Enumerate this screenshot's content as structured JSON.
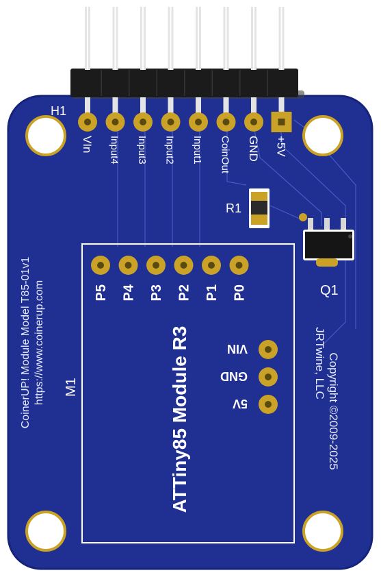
{
  "board": {
    "colors": {
      "pcb": "#1f2f92",
      "pcb_edge": "#16237a",
      "trace": "#4a5bc0",
      "pad_gold": "#c9a227",
      "pin_silver": "#e4e4e4",
      "header_black": "#1b1b1b",
      "silk": "#ffffff"
    },
    "header": {
      "ref": "H1",
      "pins": [
        "VIn",
        "Input4",
        "Input3",
        "Input2",
        "Input1",
        "CoinOut",
        "GND",
        "+5V"
      ]
    },
    "resistor": {
      "ref": "R1"
    },
    "transistor": {
      "ref": "Q1"
    },
    "module": {
      "ref": "M1",
      "title": "ATTiny85 Module R3",
      "pins_top": [
        "P5",
        "P4",
        "P3",
        "P2",
        "P1",
        "P0"
      ],
      "pins_side": [
        "VIN",
        "GND",
        "5V"
      ]
    },
    "left_text": {
      "line1": "CoinerUP! Module Model T85-01v1",
      "line2": "https://www.coinerup.com"
    },
    "right_text": {
      "line1": "Copyright ©2009-2025",
      "line2": "JRTwine, LLC"
    }
  }
}
